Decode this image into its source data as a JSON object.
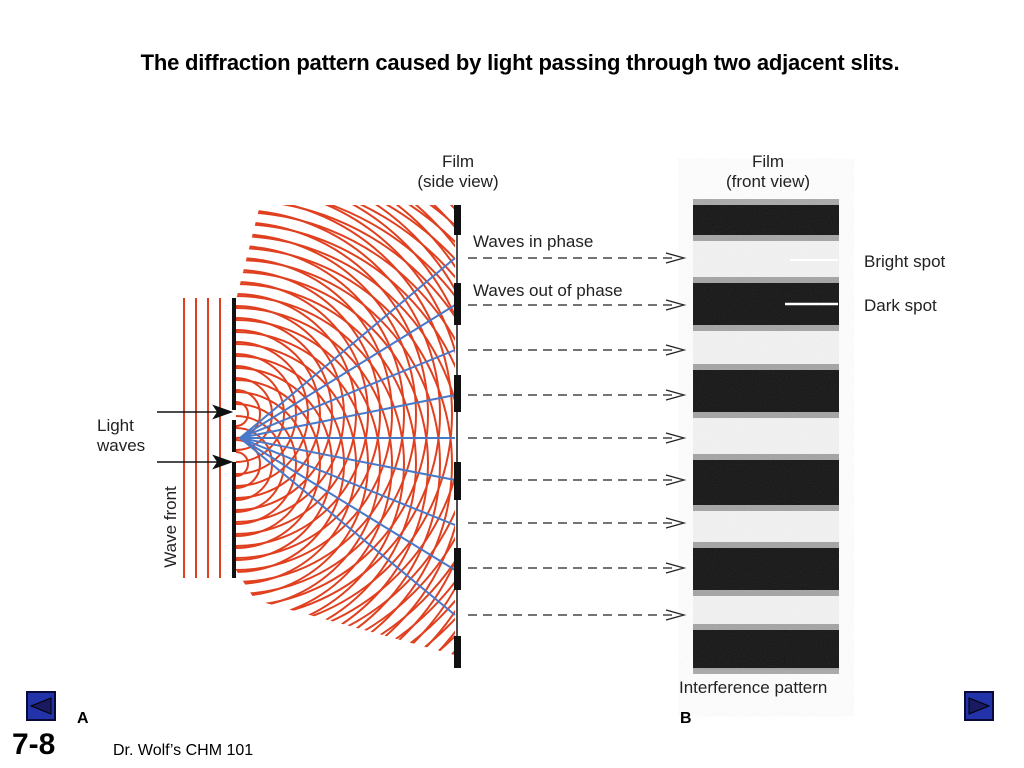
{
  "slide": {
    "title": "The diffraction pattern caused by light passing through two adjacent slits.",
    "number": "7-8",
    "footer": "Dr. Wolf’s CHM 101"
  },
  "panel_a": {
    "letter": "A",
    "film_label_line1": "Film",
    "film_label_line2": "(side view)",
    "light_waves_line1": "Light",
    "light_waves_line2": "waves",
    "wave_front_label": "Wave front",
    "waves_in_phase_label": "Waves in phase",
    "waves_out_of_phase_label": "Waves out of phase"
  },
  "panel_b": {
    "letter": "B",
    "film_label_line1": "Film",
    "film_label_line2": "(front view)",
    "bright_spot_label": "Bright spot",
    "dark_spot_label": "Dark spot",
    "caption": "Interference pattern"
  },
  "navigation": {
    "prev_icon": "triangle-left-icon",
    "next_icon": "triangle-right-icon"
  },
  "colors": {
    "wave_red": "#e0401f",
    "ray_blue": "#4a78c8",
    "nav_blue": "#2233aa"
  }
}
